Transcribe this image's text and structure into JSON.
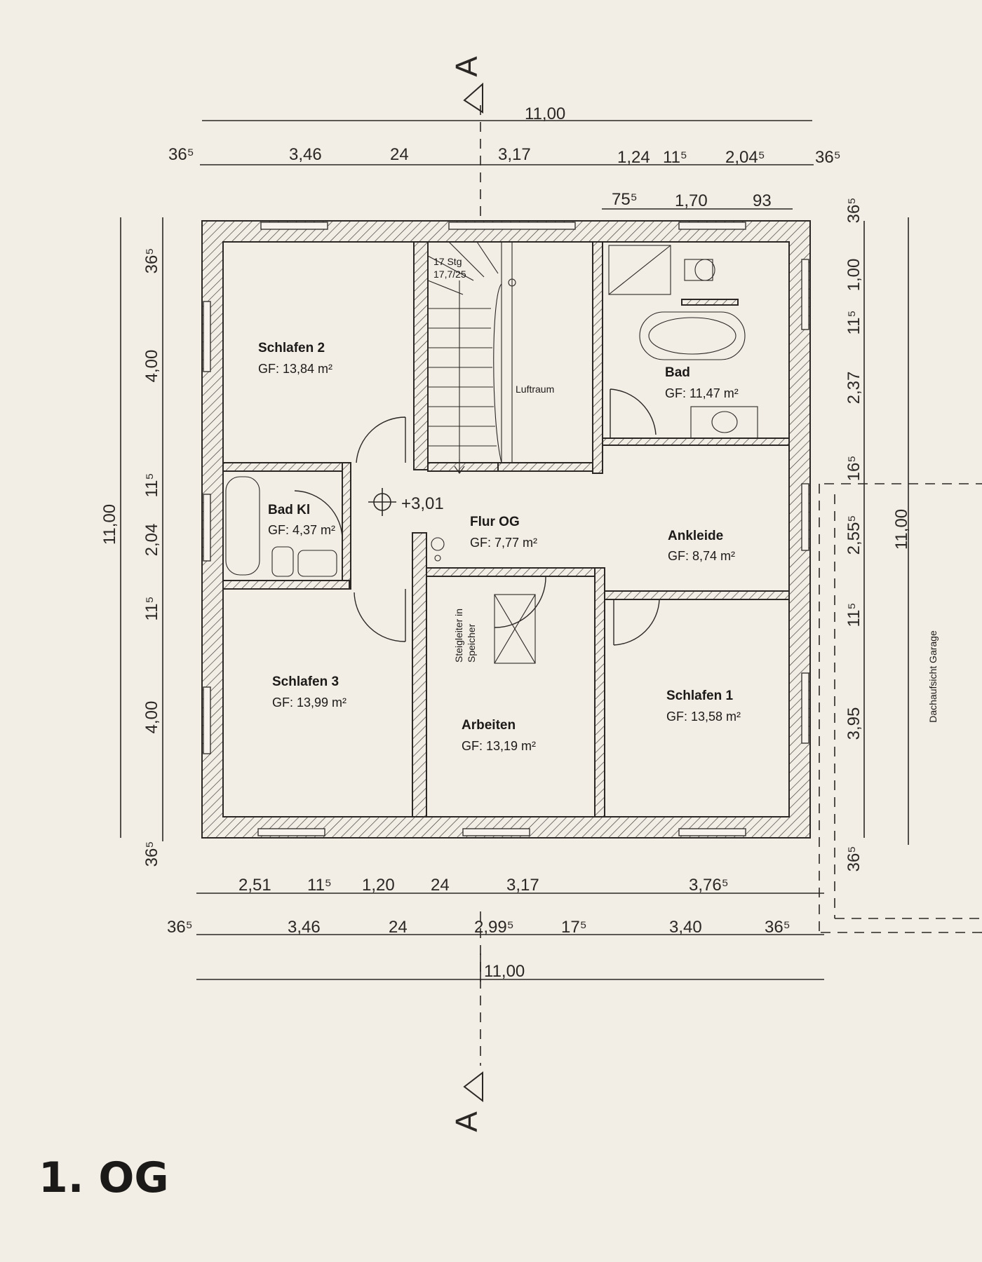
{
  "floor_title": "1. OG",
  "section_marks": {
    "top": "A",
    "bottom": "A"
  },
  "dimensions": {
    "top_total": "11,00",
    "top_row": [
      "36⁵",
      "3,46",
      "24",
      "3,17",
      "1,24",
      "11⁵",
      "2,04⁵",
      "36⁵"
    ],
    "bath_row": [
      "75⁵",
      "1,70",
      "93"
    ],
    "left_total": "11,00",
    "left_row": [
      "36⁵",
      "4,00",
      "11⁵",
      "2,04",
      "11⁵",
      "4,00",
      "36⁵"
    ],
    "right_total": "11,00",
    "right_row": [
      "36⁵",
      "1,00",
      "11⁵",
      "2,37",
      "16⁵",
      "2,55⁵",
      "11⁵",
      "3,95",
      "36⁵"
    ],
    "bottom_row1": [
      "2,51",
      "11⁵",
      "1,20",
      "24",
      "3,17",
      "3,76⁵"
    ],
    "bottom_row2": [
      "36⁵",
      "3,46",
      "24",
      "2,99⁵",
      "17⁵",
      "3,40",
      "36⁵"
    ],
    "bottom_total": "11,00"
  },
  "rooms": [
    {
      "name": "Schlafen 2",
      "area": "GF: 13,84 m²"
    },
    {
      "name": "Luftraum",
      "area": ""
    },
    {
      "name": "Bad",
      "area": "GF: 11,47 m²"
    },
    {
      "name": "Bad Kl",
      "area": "GF: 4,37 m²"
    },
    {
      "name": "Flur OG",
      "area": "GF: 7,77 m²"
    },
    {
      "name": "Ankleide",
      "area": "GF: 8,74 m²"
    },
    {
      "name": "Schlafen 3",
      "area": "GF: 13,99 m²"
    },
    {
      "name": "Arbeiten",
      "area": "GF: 13,19 m²"
    },
    {
      "name": "Schlafen 1",
      "area": "GF: 13,58 m²"
    }
  ],
  "labels": {
    "stairs": "17 Stg",
    "stairs_ratio": "17,7/25",
    "level": "+3,01",
    "ladder_line1": "Steigleiter in",
    "ladder_line2": "Speicher",
    "garage": "Dachaufsicht Garage"
  }
}
